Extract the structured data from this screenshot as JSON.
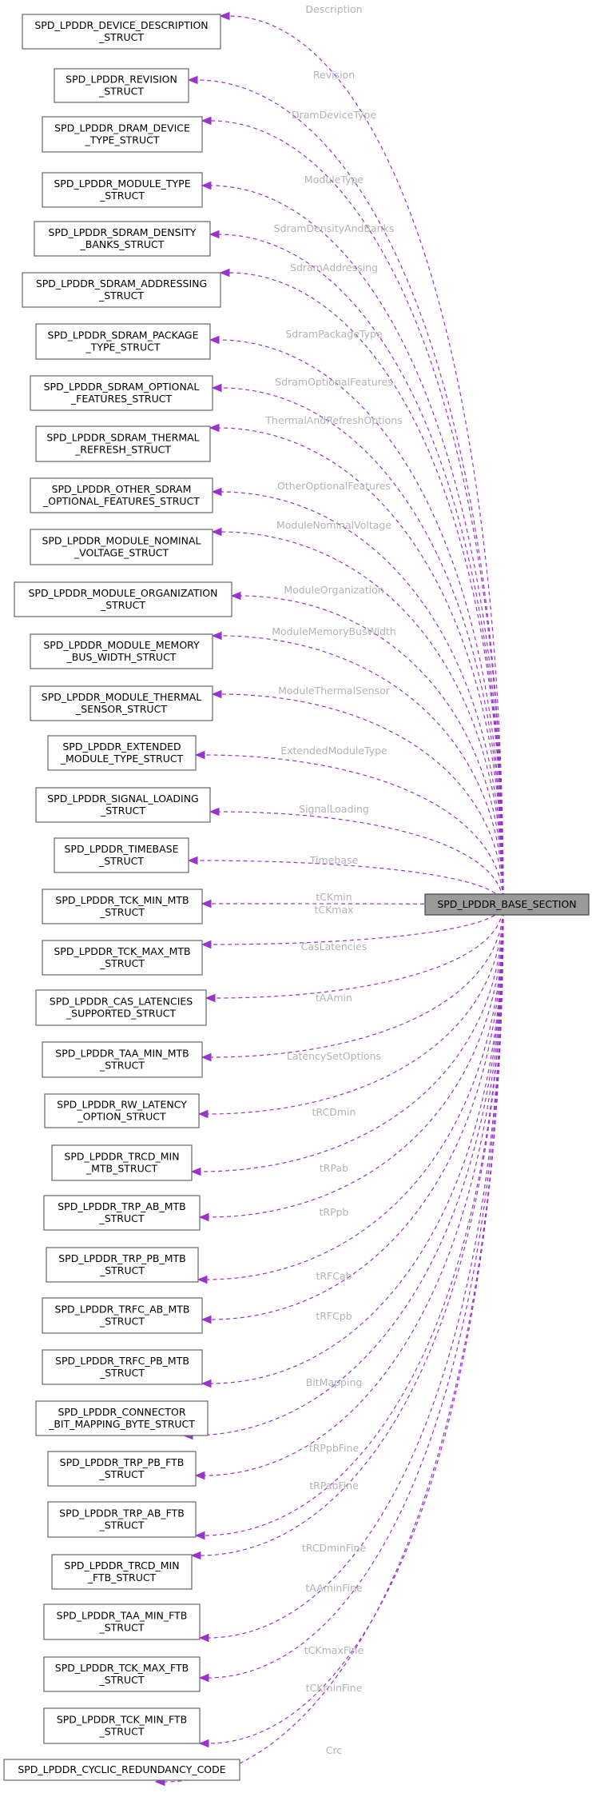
{
  "root": {
    "label": [
      "SPD_LPDDR_BASE_SECTION"
    ]
  },
  "nodes": [
    {
      "label": [
        "SPD_LPDDR_DEVICE_DESCRIPTION",
        "_STRUCT"
      ],
      "edge": "Description"
    },
    {
      "label": [
        "SPD_LPDDR_REVISION",
        "_STRUCT"
      ],
      "edge": "Revision"
    },
    {
      "label": [
        "SPD_LPDDR_DRAM_DEVICE",
        "_TYPE_STRUCT"
      ],
      "edge": "DramDeviceType"
    },
    {
      "label": [
        "SPD_LPDDR_MODULE_TYPE",
        "_STRUCT"
      ],
      "edge": "ModuleType"
    },
    {
      "label": [
        "SPD_LPDDR_SDRAM_DENSITY",
        "_BANKS_STRUCT"
      ],
      "edge": "SdramDensityAndBanks"
    },
    {
      "label": [
        "SPD_LPDDR_SDRAM_ADDRESSING",
        "_STRUCT"
      ],
      "edge": "SdramAddressing"
    },
    {
      "label": [
        "SPD_LPDDR_SDRAM_PACKAGE",
        "_TYPE_STRUCT"
      ],
      "edge": "SdramPackageType"
    },
    {
      "label": [
        "SPD_LPDDR_SDRAM_OPTIONAL",
        "_FEATURES_STRUCT"
      ],
      "edge": "SdramOptionalFeatures"
    },
    {
      "label": [
        "SPD_LPDDR_SDRAM_THERMAL",
        "_REFRESH_STRUCT"
      ],
      "edge": "ThermalAndRefreshOptions"
    },
    {
      "label": [
        "SPD_LPDDR_OTHER_SDRAM",
        "_OPTIONAL_FEATURES_STRUCT"
      ],
      "edge": "OtherOptionalFeatures"
    },
    {
      "label": [
        "SPD_LPDDR_MODULE_NOMINAL",
        "_VOLTAGE_STRUCT"
      ],
      "edge": "ModuleNominalVoltage"
    },
    {
      "label": [
        "SPD_LPDDR_MODULE_ORGANIZATION",
        "_STRUCT"
      ],
      "edge": "ModuleOrganization"
    },
    {
      "label": [
        "SPD_LPDDR_MODULE_MEMORY",
        "_BUS_WIDTH_STRUCT"
      ],
      "edge": "ModuleMemoryBusWidth"
    },
    {
      "label": [
        "SPD_LPDDR_MODULE_THERMAL",
        "_SENSOR_STRUCT"
      ],
      "edge": "ModuleThermalSensor"
    },
    {
      "label": [
        "SPD_LPDDR_EXTENDED",
        "_MODULE_TYPE_STRUCT"
      ],
      "edge": "ExtendedModuleType"
    },
    {
      "label": [
        "SPD_LPDDR_SIGNAL_LOADING",
        "_STRUCT"
      ],
      "edge": "SignalLoading"
    },
    {
      "label": [
        "SPD_LPDDR_TIMEBASE",
        "_STRUCT"
      ],
      "edge": "Timebase"
    },
    {
      "label": [
        "SPD_LPDDR_TCK_MIN_MTB",
        "_STRUCT"
      ],
      "edge": "tCKmin"
    },
    {
      "label": [
        "SPD_LPDDR_TCK_MAX_MTB",
        "_STRUCT"
      ],
      "edge": "tCKmax"
    },
    {
      "label": [
        "SPD_LPDDR_CAS_LATENCIES",
        "_SUPPORTED_STRUCT"
      ],
      "edge": "CasLatencies"
    },
    {
      "label": [
        "SPD_LPDDR_TAA_MIN_MTB",
        "_STRUCT"
      ],
      "edge": "tAAmin"
    },
    {
      "label": [
        "SPD_LPDDR_RW_LATENCY",
        "_OPTION_STRUCT"
      ],
      "edge": "LatencySetOptions"
    },
    {
      "label": [
        "SPD_LPDDR_TRCD_MIN",
        "_MTB_STRUCT"
      ],
      "edge": "tRCDmin"
    },
    {
      "label": [
        "SPD_LPDDR_TRP_AB_MTB",
        "_STRUCT"
      ],
      "edge": "tRPab"
    },
    {
      "label": [
        "SPD_LPDDR_TRP_PB_MTB",
        "_STRUCT"
      ],
      "edge": "tRPpb"
    },
    {
      "label": [
        "SPD_LPDDR_TRFC_AB_MTB",
        "_STRUCT"
      ],
      "edge": "tRFCab"
    },
    {
      "label": [
        "SPD_LPDDR_TRFC_PB_MTB",
        "_STRUCT"
      ],
      "edge": "tRFCpb"
    },
    {
      "label": [
        "SPD_LPDDR_CONNECTOR",
        "_BIT_MAPPING_BYTE_STRUCT"
      ],
      "edge": "BitMapping"
    },
    {
      "label": [
        "SPD_LPDDR_TRP_PB_FTB",
        "_STRUCT"
      ],
      "edge": "tRPpbFine"
    },
    {
      "label": [
        "SPD_LPDDR_TRP_AB_FTB",
        "_STRUCT"
      ],
      "edge": "tRPabFine"
    },
    {
      "label": [
        "SPD_LPDDR_TRCD_MIN",
        "_FTB_STRUCT"
      ],
      "edge": "tRCDminFine"
    },
    {
      "label": [
        "SPD_LPDDR_TAA_MIN_FTB",
        "_STRUCT"
      ],
      "edge": "tAAminFine"
    },
    {
      "label": [
        "SPD_LPDDR_TCK_MAX_FTB",
        "_STRUCT"
      ],
      "edge": "tCKmaxFine"
    },
    {
      "label": [
        "SPD_LPDDR_TCK_MIN_FTB",
        "_STRUCT"
      ],
      "edge": "tCKminFine"
    },
    {
      "label": [
        "SPD_LPDDR_CYCLIC_REDUNDANCY_CODE"
      ],
      "edge": "Crc"
    }
  ],
  "colors": {
    "edge": "#9a32cd",
    "edge_label": "#b3b3b3",
    "root_fill": "#9a9a9a"
  }
}
